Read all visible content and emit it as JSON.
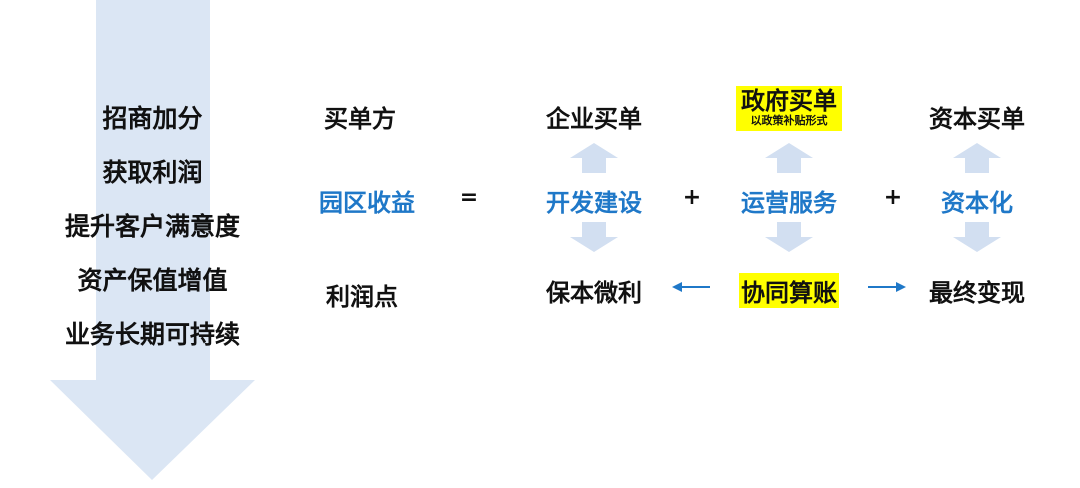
{
  "goals": [
    "招商加分",
    "获取利润",
    "提升客户满意度",
    "资产保值增值",
    "业务长期可持续"
  ],
  "row_labels": {
    "buyer": "买单方",
    "revenue": "园区收益",
    "profit": "利润点"
  },
  "buyers": {
    "enterprise": "企业买单",
    "government": "政府买单",
    "government_note": "以政策补贴形式",
    "capital": "资本买单"
  },
  "equation": {
    "equals": "=",
    "dev": "开发建设",
    "plus1": "+",
    "ops": "运营服务",
    "plus2": "+",
    "capital": "资本化"
  },
  "profits": {
    "low": "保本微利",
    "sync": "协同算账",
    "final": "最终变现"
  },
  "colors": {
    "accent": "#1f78c8",
    "highlight": "#ffff00",
    "big_arrow": "#dbe6f4",
    "small_arrow": "#d2dff1"
  }
}
